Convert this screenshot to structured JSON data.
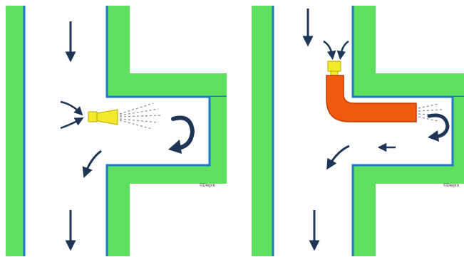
{
  "panels": [
    {
      "id": "left",
      "caption": "",
      "credit": "©Diepro"
    },
    {
      "id": "right",
      "caption": "",
      "credit": "©Diepro"
    }
  ],
  "colors": {
    "wall": "#5ee05e",
    "wall_edge": "#1f78c8",
    "arrow": "#1f3556",
    "nozzle": "#f2ea2a",
    "nozzle_edge": "#b8a800",
    "extension": "#f05a0f",
    "extension_edge": "#c43d00",
    "spray": "#8a8a8a"
  }
}
